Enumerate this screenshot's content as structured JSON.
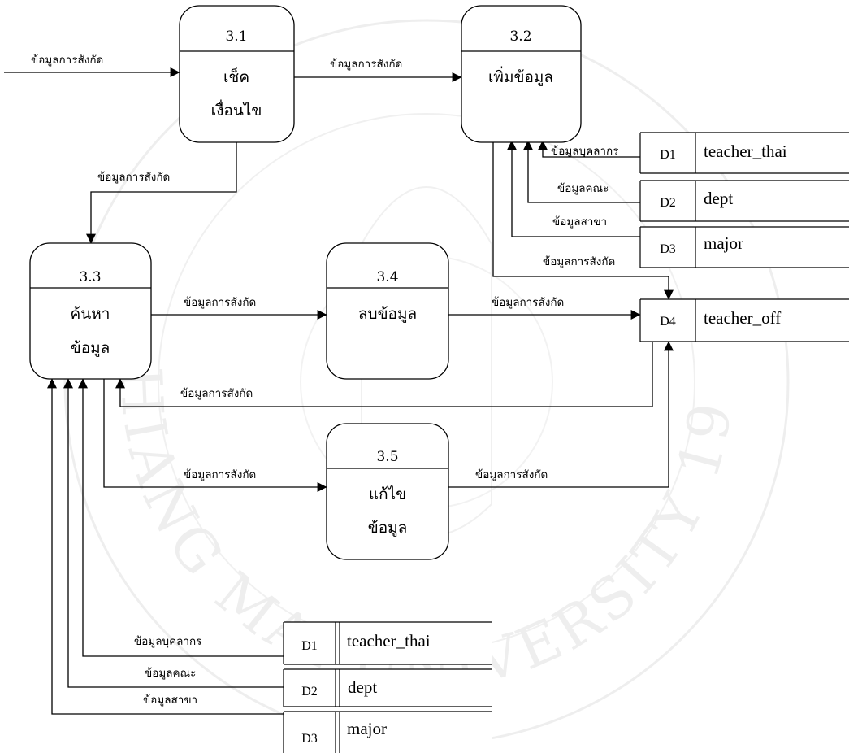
{
  "processes": [
    {
      "id": "3.1",
      "name_lines": [
        "เช็ค",
        "เงื่อนไข"
      ]
    },
    {
      "id": "3.2",
      "name_lines": [
        "เพิ่มข้อมูล"
      ]
    },
    {
      "id": "3.3",
      "name_lines": [
        "ค้นหา",
        "ข้อมูล"
      ]
    },
    {
      "id": "3.4",
      "name_lines": [
        "ลบข้อมูล"
      ]
    },
    {
      "id": "3.5",
      "name_lines": [
        "แก้ไข",
        "ข้อมูล"
      ]
    }
  ],
  "stores": [
    {
      "id": "D1",
      "name": "teacher_thai"
    },
    {
      "id": "D2",
      "name": "dept"
    },
    {
      "id": "D3",
      "name": "major"
    },
    {
      "id": "D4",
      "name": "teacher_off"
    },
    {
      "id": "D1",
      "name": "teacher_thai"
    },
    {
      "id": "D2",
      "name": "dept"
    },
    {
      "id": "D3",
      "name": "major"
    }
  ],
  "flows": [
    {
      "label": "ข้อมูลการสังกัด"
    },
    {
      "label": "ข้อมูลการสังกัด"
    },
    {
      "label": "ข้อมูลการสังกัด"
    },
    {
      "label": "ข้อมูลบุคลากร"
    },
    {
      "label": "ข้อมูลคณะ"
    },
    {
      "label": "ข้อมูลสาขา"
    },
    {
      "label": "ข้อมูลการสังกัด"
    },
    {
      "label": "ข้อมูลการสังกัด"
    },
    {
      "label": "ข้อมูลการสังกัด"
    },
    {
      "label": "ข้อมูลการสังกัด"
    },
    {
      "label": "ข้อมูลการสังกัด"
    },
    {
      "label": "ข้อมูลการสังกัด"
    },
    {
      "label": "ข้อมูลบุคลากร"
    },
    {
      "label": "ข้อมูลคณะ"
    },
    {
      "label": "ข้อมูลสาขา"
    }
  ],
  "watermark": {
    "text": "CHIANG MAI UNIVERSITY 1964",
    "color": "#d9d9d9"
  }
}
